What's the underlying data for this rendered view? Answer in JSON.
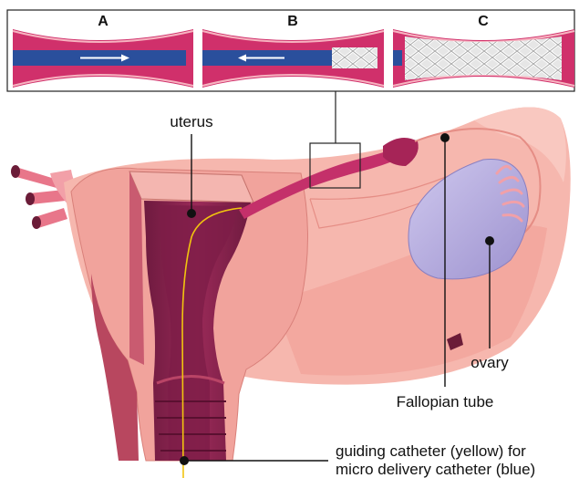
{
  "inset": {
    "panels": [
      {
        "label": "A",
        "arrow": "right"
      },
      {
        "label": "B",
        "arrow": "left"
      },
      {
        "label": "C",
        "arrow": "none"
      }
    ]
  },
  "labels": {
    "uterus": "uterus",
    "fallopian_tube": "Fallopian tube",
    "ovary": "ovary",
    "catheter_line1": "guiding catheter (yellow) for",
    "catheter_line2": "micro delivery catheter (blue)"
  },
  "colors": {
    "tube": "#d0306b",
    "tube_light": "#f4a9b3",
    "catheter_blue": "#2a4f9c",
    "guide_yellow": "#f1c40f",
    "uterus_skin": "#f6b7ae",
    "uterus_shadow": "#e58d85",
    "cavity": "#8c2150",
    "ovary": "#b9b0e0",
    "stent": "#d9d9d9"
  }
}
